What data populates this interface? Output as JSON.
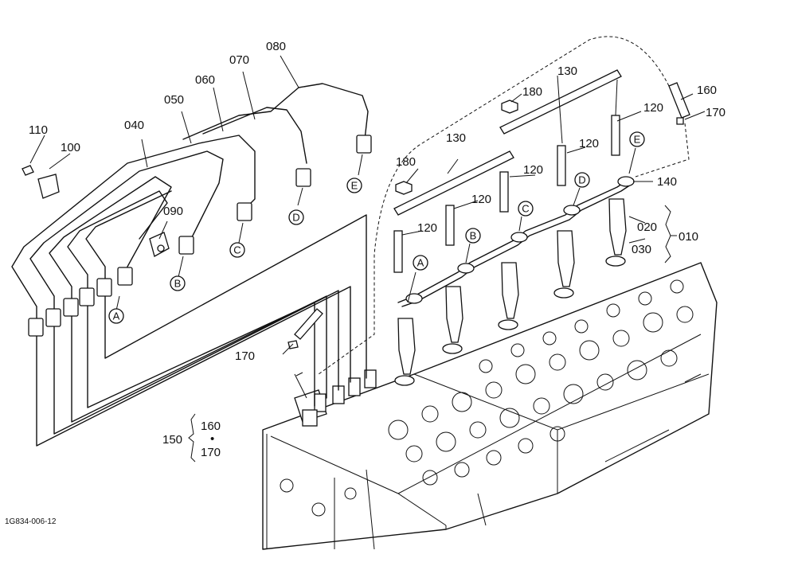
{
  "parts": {
    "p010": "010",
    "p020": "020",
    "p030": "030",
    "p040": "040",
    "p050": "050",
    "p060": "060",
    "p070": "070",
    "p080": "080",
    "p090": "090",
    "p100": "100",
    "p110": "110",
    "p140": "140",
    "p150": "150"
  },
  "repeated": {
    "p120": "120",
    "p130": "130",
    "p160": "160",
    "p170": "170",
    "p180": "180"
  },
  "markers": {
    "a": "A",
    "b": "B",
    "c": "C",
    "d": "D",
    "e": "E"
  },
  "set_150": {
    "label": "150",
    "line1": "160",
    "dot": "•",
    "line2": "170"
  },
  "drawing_code": "1G834-006-12"
}
